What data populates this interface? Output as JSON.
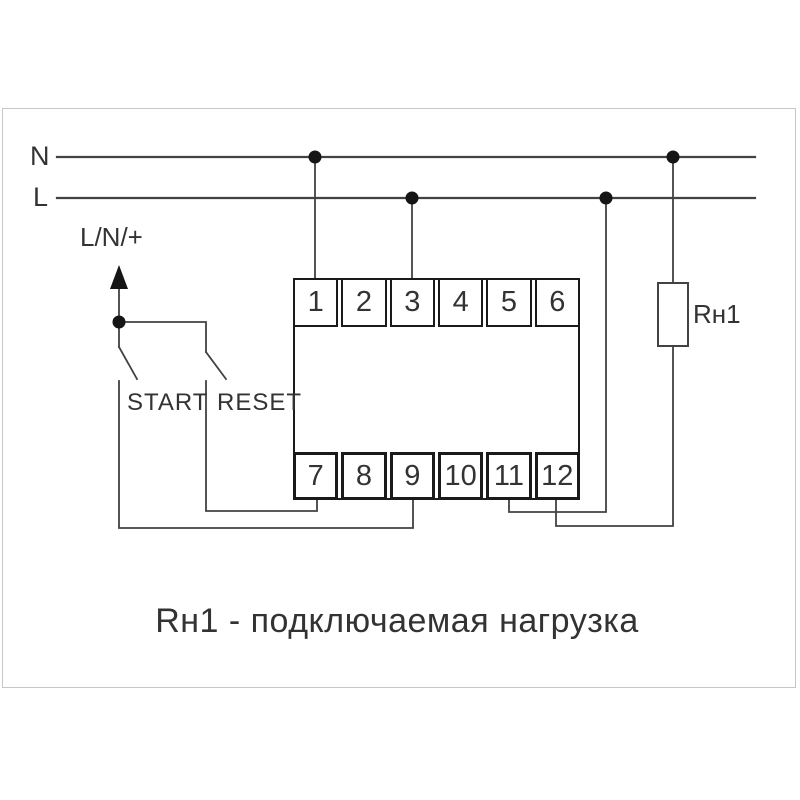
{
  "labels": {
    "neutral": "N",
    "line": "L",
    "supply": "L/N/+",
    "start": "START",
    "reset": "RESET",
    "load": "Rн1"
  },
  "device": {
    "terminals_top": [
      "1",
      "2",
      "3",
      "4",
      "5",
      "6"
    ],
    "terminals_bottom": [
      "7",
      "8",
      "9",
      "10",
      "11",
      "12"
    ]
  },
  "caption": "Rн1 - подключаемая нагрузка",
  "colors": {
    "wire": "#424242",
    "junction_dot": "#151515",
    "terminal_border": "#1a1a1a",
    "text": "#333333",
    "panel_border": "#c6c6c6",
    "background": "#ffffff"
  }
}
